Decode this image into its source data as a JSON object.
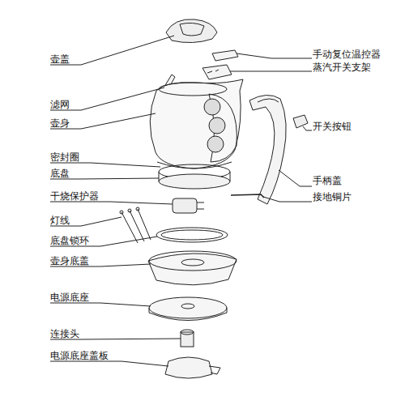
{
  "diagram": {
    "labels": [
      "壶盖",
      "滤网",
      "壶身",
      "密封圈",
      "底盘",
      "干烧保护器",
      "灯线",
      "底盘锁环",
      "壶身底盖",
      "电源底座",
      "连接头",
      "电源底座盖板",
      "手动复位温控器",
      "蒸汽开关支架",
      "开关按钮",
      "手柄盖",
      "接地铜片"
    ]
  }
}
